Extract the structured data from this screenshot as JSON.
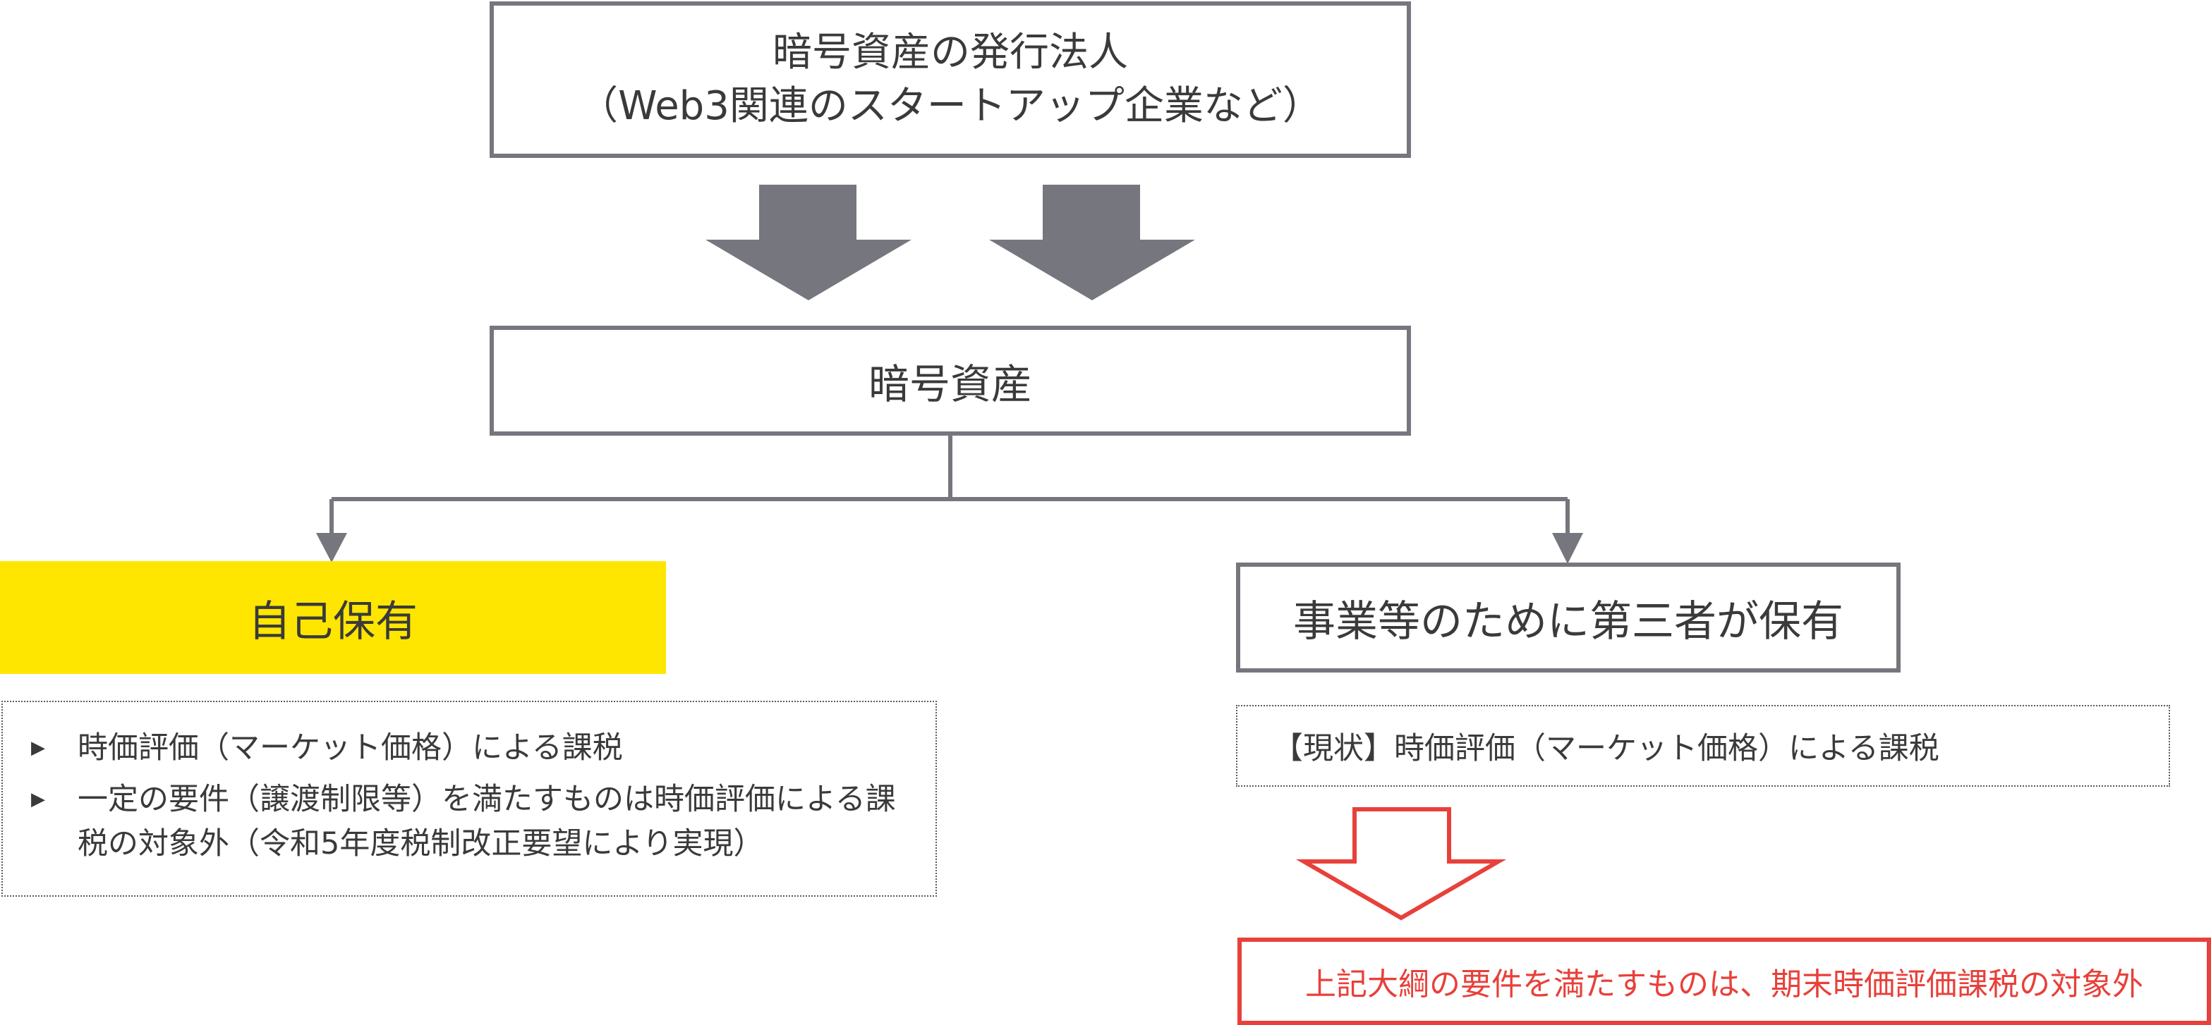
{
  "issuer": {
    "line1": "暗号資産の発行法人",
    "line2": "（Web3関連のスタートアップ企業など）"
  },
  "asset": {
    "label": "暗号資産"
  },
  "self_holding": {
    "label": "自己保有",
    "bullets": [
      "時価評価（マーケット価格）による課税",
      "一定の要件（譲渡制限等）を満たすものは時価評価による課税の対象外（令和5年度税制改正要望により実現）"
    ]
  },
  "third_party_holding": {
    "label": "事業等のために第三者が保有",
    "current": "【現状】時価評価（マーケット価格）による課税"
  },
  "outcome": {
    "text": "上記大綱の要件を満たすものは、期末時価評価課税の対象外"
  },
  "colors": {
    "box_border": "#76767e",
    "arrow_fill": "#76767e",
    "highlight_yellow": "#ffe600",
    "result_red": "#e8403a",
    "text": "#3a3a3a"
  }
}
